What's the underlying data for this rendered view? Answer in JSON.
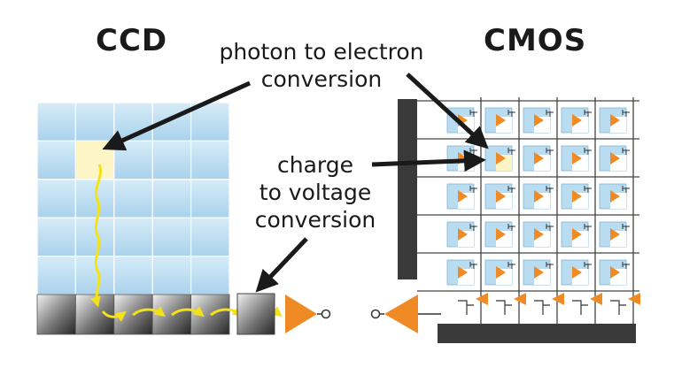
{
  "left_title": "CCD",
  "right_title": "CMOS",
  "annotation_photon": [
    "photon to electron",
    "conversion"
  ],
  "annotation_charge": [
    "charge",
    "to voltage",
    "conversion"
  ],
  "colors": {
    "pixel_blue": "#b9dcf0",
    "pixel_edge": "#7fb6d8",
    "highlight": "#fdf5c5",
    "charge_path": "#f3e21a",
    "amplifier": "#f08a24",
    "dark": "#333333"
  },
  "icons": [
    "arrow-pointer",
    "amplifier-triangle",
    "transistor-symbol"
  ]
}
